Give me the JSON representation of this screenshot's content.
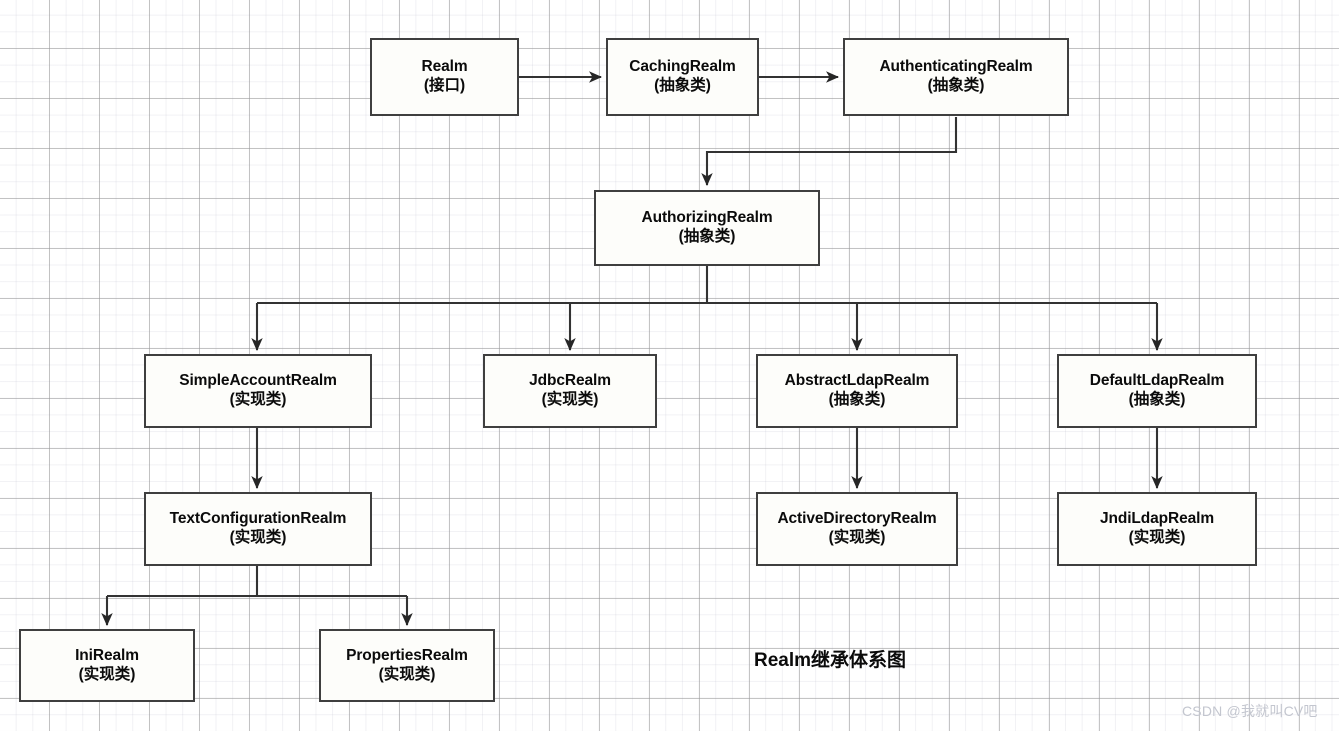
{
  "diagram": {
    "title": "Realm继承体系图",
    "watermark": "CSDN @我就叫CV吧",
    "edge_color": "#333333",
    "node_border_color": "#3f3f3f",
    "node_fill_color": "#fdfdfa",
    "grid_major_color": "#999999",
    "grid_minor_color": "#aaaabe"
  },
  "nodes": [
    {
      "id": "realm",
      "name": "Realm",
      "stereotype": "(接口)"
    },
    {
      "id": "caching",
      "name": "CachingRealm",
      "stereotype": "(抽象类)"
    },
    {
      "id": "authenticating",
      "name": "AuthenticatingRealm",
      "stereotype": "(抽象类)"
    },
    {
      "id": "authorizing",
      "name": "AuthorizingRealm",
      "stereotype": "(抽象类)"
    },
    {
      "id": "simple",
      "name": "SimpleAccountRealm",
      "stereotype": "(实现类)"
    },
    {
      "id": "jdbc",
      "name": "JdbcRealm",
      "stereotype": "(实现类)"
    },
    {
      "id": "abstractldap",
      "name": "AbstractLdapRealm",
      "stereotype": "(抽象类)"
    },
    {
      "id": "defaultldap",
      "name": "DefaultLdapRealm",
      "stereotype": "(抽象类)"
    },
    {
      "id": "textconfig",
      "name": "TextConfigurationRealm",
      "stereotype": "(实现类)"
    },
    {
      "id": "activedir",
      "name": "ActiveDirectoryRealm",
      "stereotype": "(实现类)"
    },
    {
      "id": "jndildap",
      "name": "JndiLdapRealm",
      "stereotype": "(实现类)"
    },
    {
      "id": "ini",
      "name": "IniRealm",
      "stereotype": "(实现类)"
    },
    {
      "id": "properties",
      "name": "PropertiesRealm",
      "stereotype": "(实现类)"
    }
  ],
  "edges": [
    {
      "from": "realm",
      "to": "caching"
    },
    {
      "from": "caching",
      "to": "authenticating"
    },
    {
      "from": "authenticating",
      "to": "authorizing"
    },
    {
      "from": "authorizing",
      "to": "simple"
    },
    {
      "from": "authorizing",
      "to": "jdbc"
    },
    {
      "from": "authorizing",
      "to": "abstractldap"
    },
    {
      "from": "authorizing",
      "to": "defaultldap"
    },
    {
      "from": "simple",
      "to": "textconfig"
    },
    {
      "from": "abstractldap",
      "to": "activedir"
    },
    {
      "from": "defaultldap",
      "to": "jndildap"
    },
    {
      "from": "textconfig",
      "to": "ini"
    },
    {
      "from": "textconfig",
      "to": "properties"
    }
  ]
}
